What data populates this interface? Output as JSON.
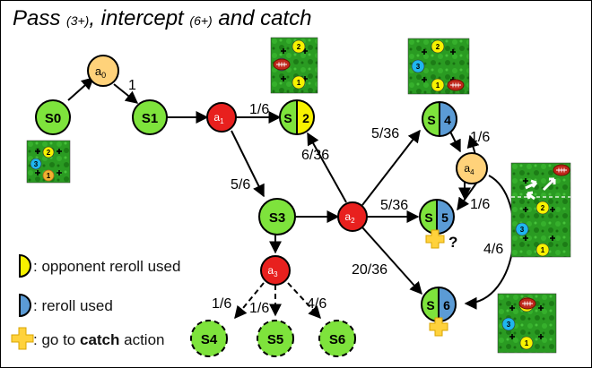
{
  "title": {
    "pass": "Pass",
    "pass_req": "(3+)",
    "sep1": ",",
    "intercept": "intercept",
    "intercept_req": "(6+)",
    "and_catch": "and catch"
  },
  "nodes": {
    "S0": "S0",
    "S1": "S1",
    "a0": "a",
    "a0_sub": "0",
    "a1": "a",
    "a1_sub": "1",
    "a2": "a",
    "a2_sub": "2",
    "a3": "a",
    "a3_sub": "3",
    "a4": "a",
    "a4_sub": "4",
    "S3": "S3",
    "S4": "S4",
    "S5": "S5",
    "S6": "S6",
    "S2_left": "S",
    "S2_right": "2",
    "Sr4_left": "S",
    "Sr4_right": "4",
    "Sr5_left": "S",
    "Sr5_right": "5",
    "Sr6_left": "S",
    "Sr6_right": "6"
  },
  "edge_labels": {
    "a0_S1": "1",
    "a1_S2": "1/6",
    "a1_S3": "5/6",
    "a2_S2": "6/36",
    "a2_S4": "5/36",
    "a2_S5": "5/36",
    "a2_S6": "20/36",
    "a4_S4": "1/6",
    "a4_S5": "1/6",
    "a4_S6": "4/6",
    "a3_S4": "1/6",
    "a3_S5": "1/6",
    "a3_S6": "4/6"
  },
  "question_mark": "?",
  "legend": {
    "opponent_reroll": ": opponent reroll used",
    "reroll": ": reroll used",
    "goto_prefix": ": go to ",
    "goto_bold": "catch",
    "goto_suffix": " action"
  },
  "players": {
    "p1": "1",
    "p2": "2",
    "p3": "3"
  },
  "colors": {
    "green": "#7ee33c",
    "red": "#e8201e",
    "orange": "#ffd27a",
    "yellow": "#f7f200",
    "blue": "#5b9bd5",
    "cyan": "#1fb6ef",
    "pitch": "#1f8a1a",
    "plus": "#ffd23c"
  },
  "icons": {
    "ball": "football-icon",
    "plus": "plus-icon",
    "arrow": "movement-arrow-icon"
  }
}
